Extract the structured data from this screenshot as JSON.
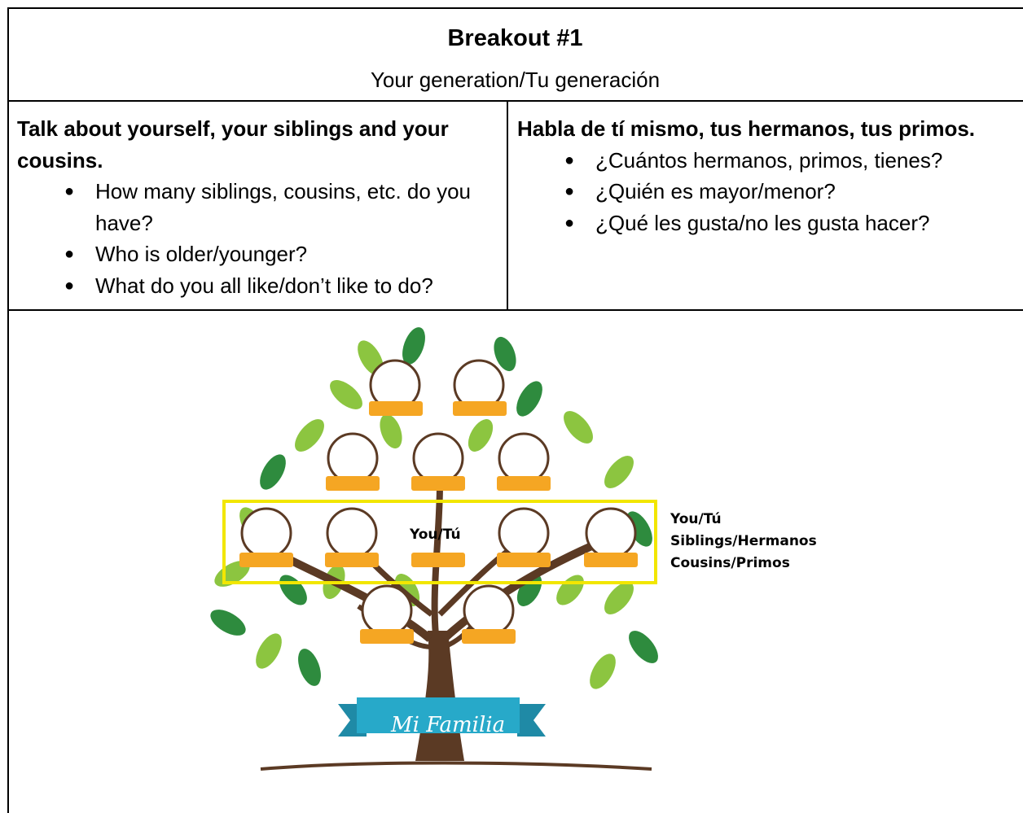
{
  "header": {
    "title": "Breakout #1",
    "subtitle": "Your generation/Tu generación"
  },
  "left_cell": {
    "heading": "Talk about yourself, your siblings and your cousins.",
    "items": [
      "How many siblings, cousins, etc. do you have?",
      "Who is older/younger?",
      "What do you all like/don’t like to do?"
    ]
  },
  "right_cell": {
    "heading": "Habla de tí mismo, tus hermanos, tus primos.",
    "items": [
      "¿Cuántos hermanos, primos, tienes?",
      "¿Quién es mayor/menor?",
      "¿Qué les gusta/no les gusta hacer?"
    ]
  },
  "tree": {
    "center_label": "You/Tú",
    "side_labels": [
      "You/Tú",
      "Siblings/Hermanos",
      "Cousins/Primos"
    ],
    "banner": "Mi Familia",
    "colors": {
      "leaf_light": "#8cc540",
      "leaf_dark": "#2e8b3e",
      "trunk": "#5b3a24",
      "name_plate": "#f5a623",
      "highlight_box": "#f2e600",
      "banner": "#27a9c9"
    }
  },
  "bullet_glyph": "●"
}
